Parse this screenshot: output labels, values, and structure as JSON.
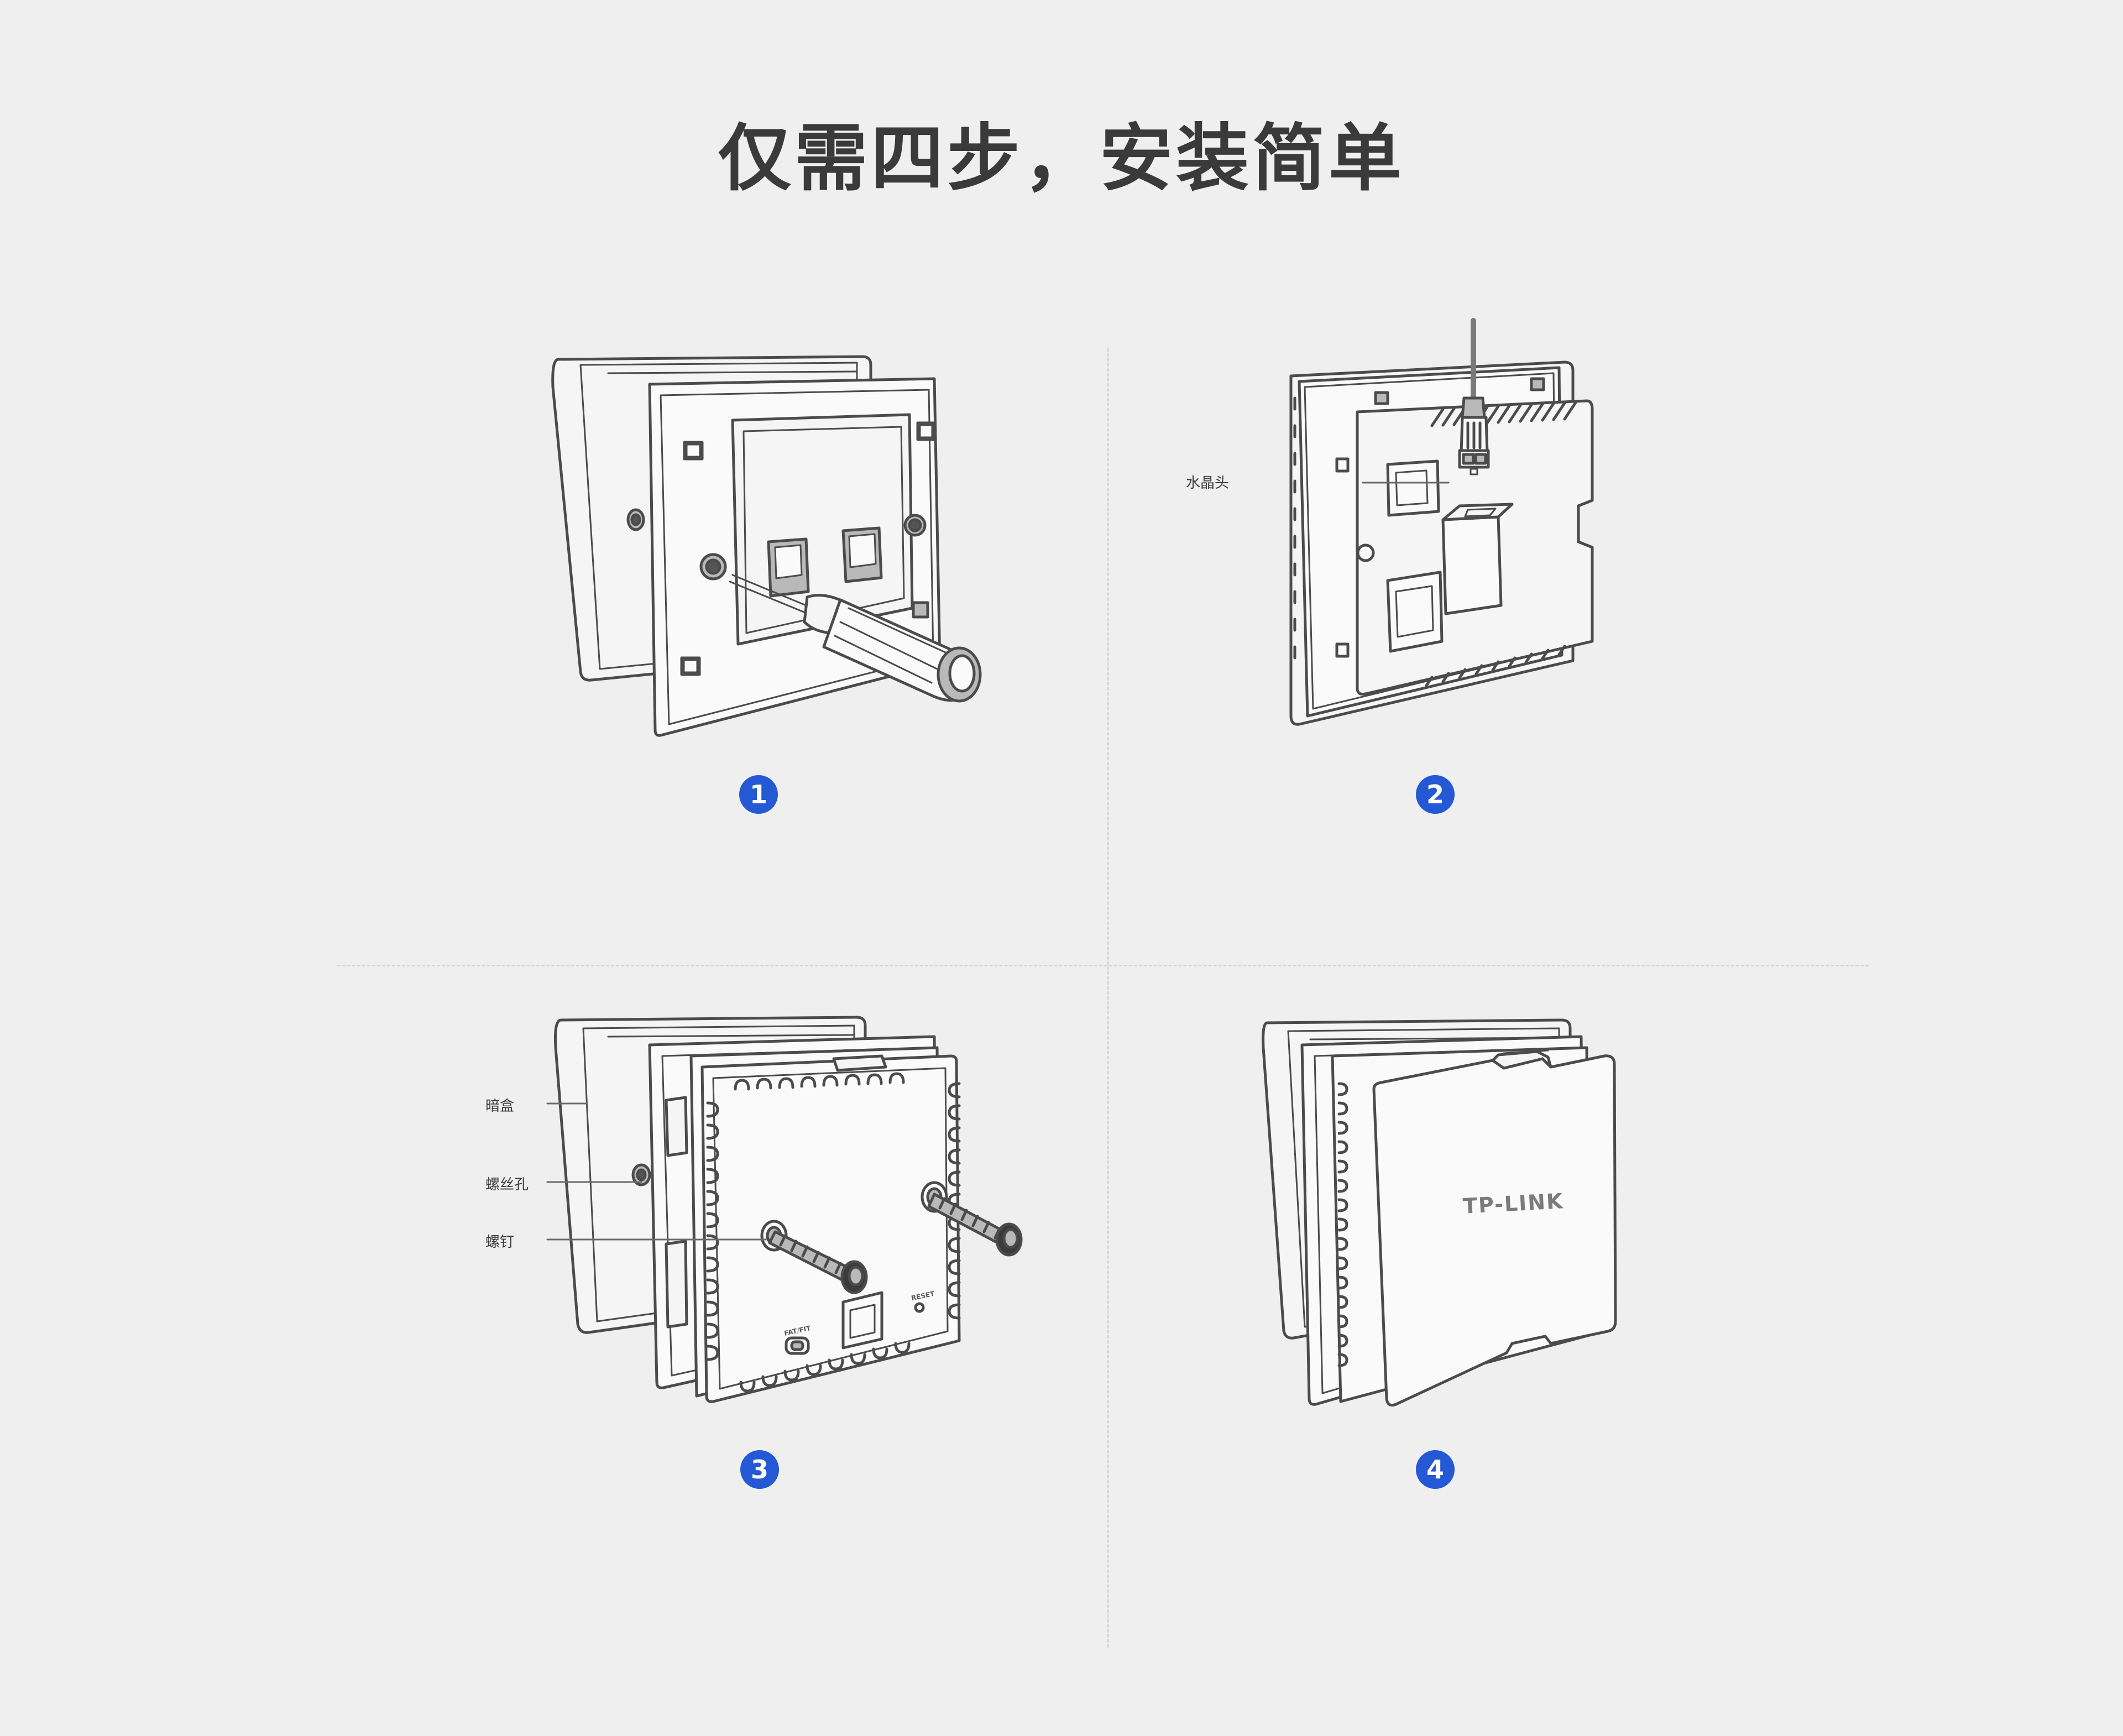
{
  "title": "仅需四步，安装简单",
  "steps": [
    {
      "number": "1"
    },
    {
      "number": "2",
      "labels": {
        "connector": "水晶头"
      }
    },
    {
      "number": "3",
      "labels": {
        "box": "暗盒",
        "screw_hole": "螺丝孔",
        "screw": "螺钉"
      },
      "device_labels": {
        "mode": "FAT/FIT",
        "reset": "RESET"
      }
    },
    {
      "number": "4",
      "brand": "TP-LINK"
    }
  ],
  "colors": {
    "badge": "#2458d4",
    "line": "#4b4b4b",
    "background": "#efefef"
  }
}
